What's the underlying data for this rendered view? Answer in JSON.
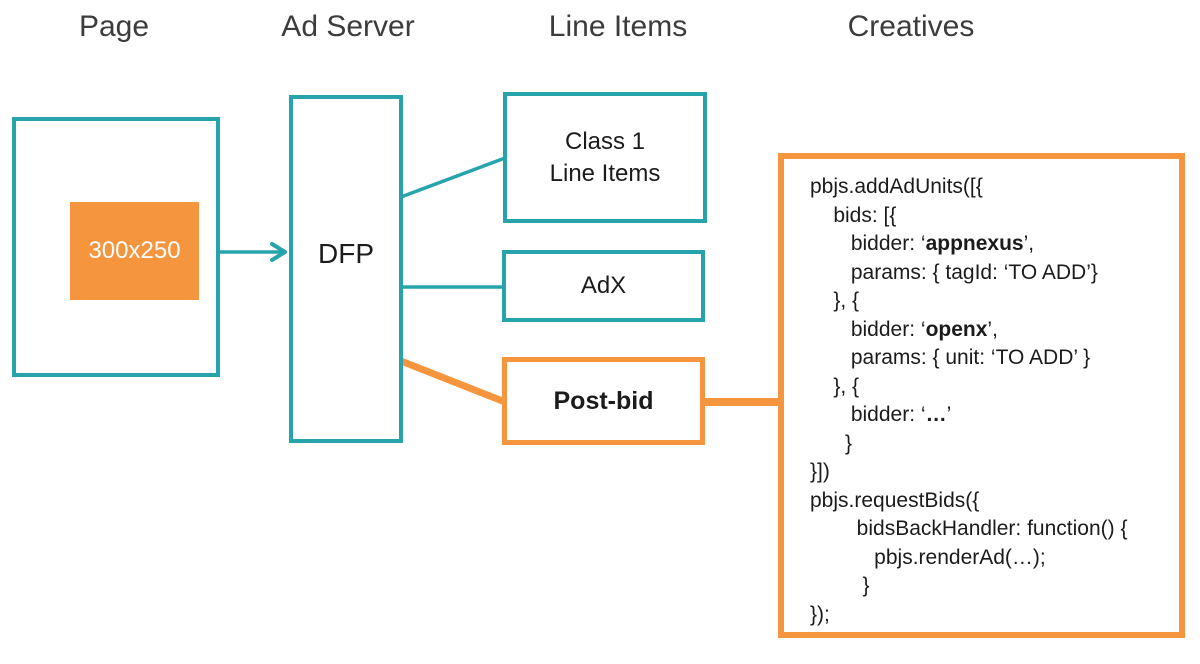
{
  "colors": {
    "teal": "#27A4AB",
    "orange": "#F5953E"
  },
  "column_headers": {
    "page": "Page",
    "ad_server": "Ad Server",
    "line_items": "Line Items",
    "creatives": "Creatives"
  },
  "page": {
    "ad_slot_label": "300x250"
  },
  "ad_server": {
    "dfp_label": "DFP"
  },
  "line_items": {
    "class1_line1": "Class 1",
    "class1_line2": "Line Items",
    "adx_label": "AdX",
    "postbid_label": "Post-bid"
  },
  "creatives": {
    "code_lines": [
      [
        {
          "t": "pbjs.addAdUnits([{",
          "b": false
        }
      ],
      [
        {
          "t": "    bids: [{",
          "b": false
        }
      ],
      [
        {
          "t": "       bidder: ‘",
          "b": false
        },
        {
          "t": "appnexus",
          "b": true
        },
        {
          "t": "’,",
          "b": false
        }
      ],
      [
        {
          "t": "       params: { tagId: ‘TO ADD’}",
          "b": false
        }
      ],
      [
        {
          "t": "    }, {",
          "b": false
        }
      ],
      [
        {
          "t": "       bidder: ‘",
          "b": false
        },
        {
          "t": "openx",
          "b": true
        },
        {
          "t": "’,",
          "b": false
        }
      ],
      [
        {
          "t": "       params: { unit: ‘TO ADD’ }",
          "b": false
        }
      ],
      [
        {
          "t": "    }, {",
          "b": false
        }
      ],
      [
        {
          "t": "       bidder: ‘",
          "b": false
        },
        {
          "t": "…",
          "b": true
        },
        {
          "t": "’",
          "b": false
        }
      ],
      [
        {
          "t": "      }",
          "b": false
        }
      ],
      [
        {
          "t": "}])",
          "b": false
        }
      ],
      [
        {
          "t": "pbjs.requestBids({",
          "b": false
        }
      ],
      [
        {
          "t": "        bidsBackHandler: function() {",
          "b": false
        }
      ],
      [
        {
          "t": "           pbjs.renderAd(…);",
          "b": false
        }
      ],
      [
        {
          "t": "         }",
          "b": false
        }
      ],
      [
        {
          "t": "});",
          "b": false
        }
      ]
    ]
  }
}
